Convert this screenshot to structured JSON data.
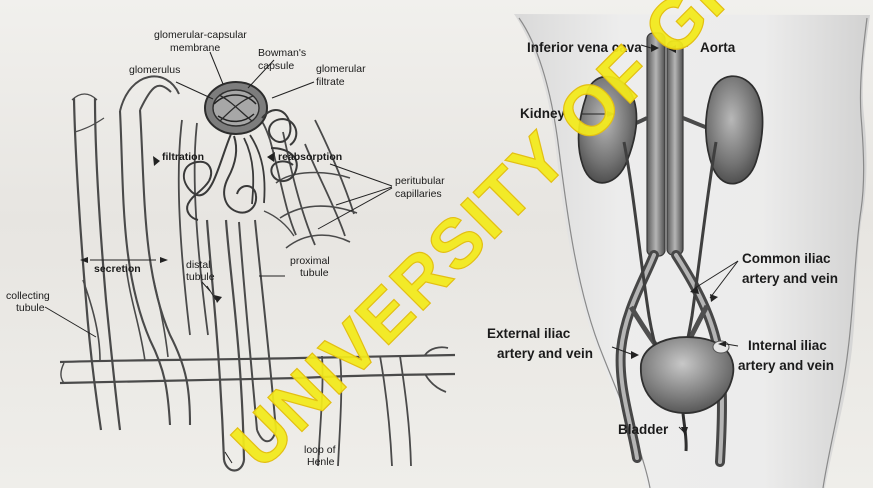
{
  "nephron": {
    "labels": {
      "glomerular_capsular_membrane": "glomerular-capsular membrane",
      "bowmans_capsule": "Bowman's capsule",
      "glomerulus": "glomerulus",
      "glomerular_filtrate": "glomerular filtrate",
      "filtration": "filtration",
      "reabsorption": "reabsorption",
      "peritubular_capillaries": "peritubular capillaries",
      "secretion": "secretion",
      "distal_tubule": "distal tubule",
      "proximal_tubule": "proximal tubule",
      "collecting_tubule": "collecting tubule",
      "loop_of_henle": "loop of Henle"
    }
  },
  "urinary": {
    "labels": {
      "inferior_vena_cava": "Inferior vena cava",
      "aorta": "Aorta",
      "kidney": "Kidney",
      "common_iliac": "Common iliac artery and vein",
      "external_iliac": "External iliac artery and vein",
      "internal_iliac": "Internal iliac artery and vein",
      "bladder": "Bladder"
    }
  },
  "watermark": {
    "text": "UNIVERSITY OF GHANA"
  },
  "colors": {
    "watermark": "#f2ea1c",
    "watermark_stroke": "#e3bf13",
    "line": "#262626",
    "tissue": "#8f8f8f"
  }
}
